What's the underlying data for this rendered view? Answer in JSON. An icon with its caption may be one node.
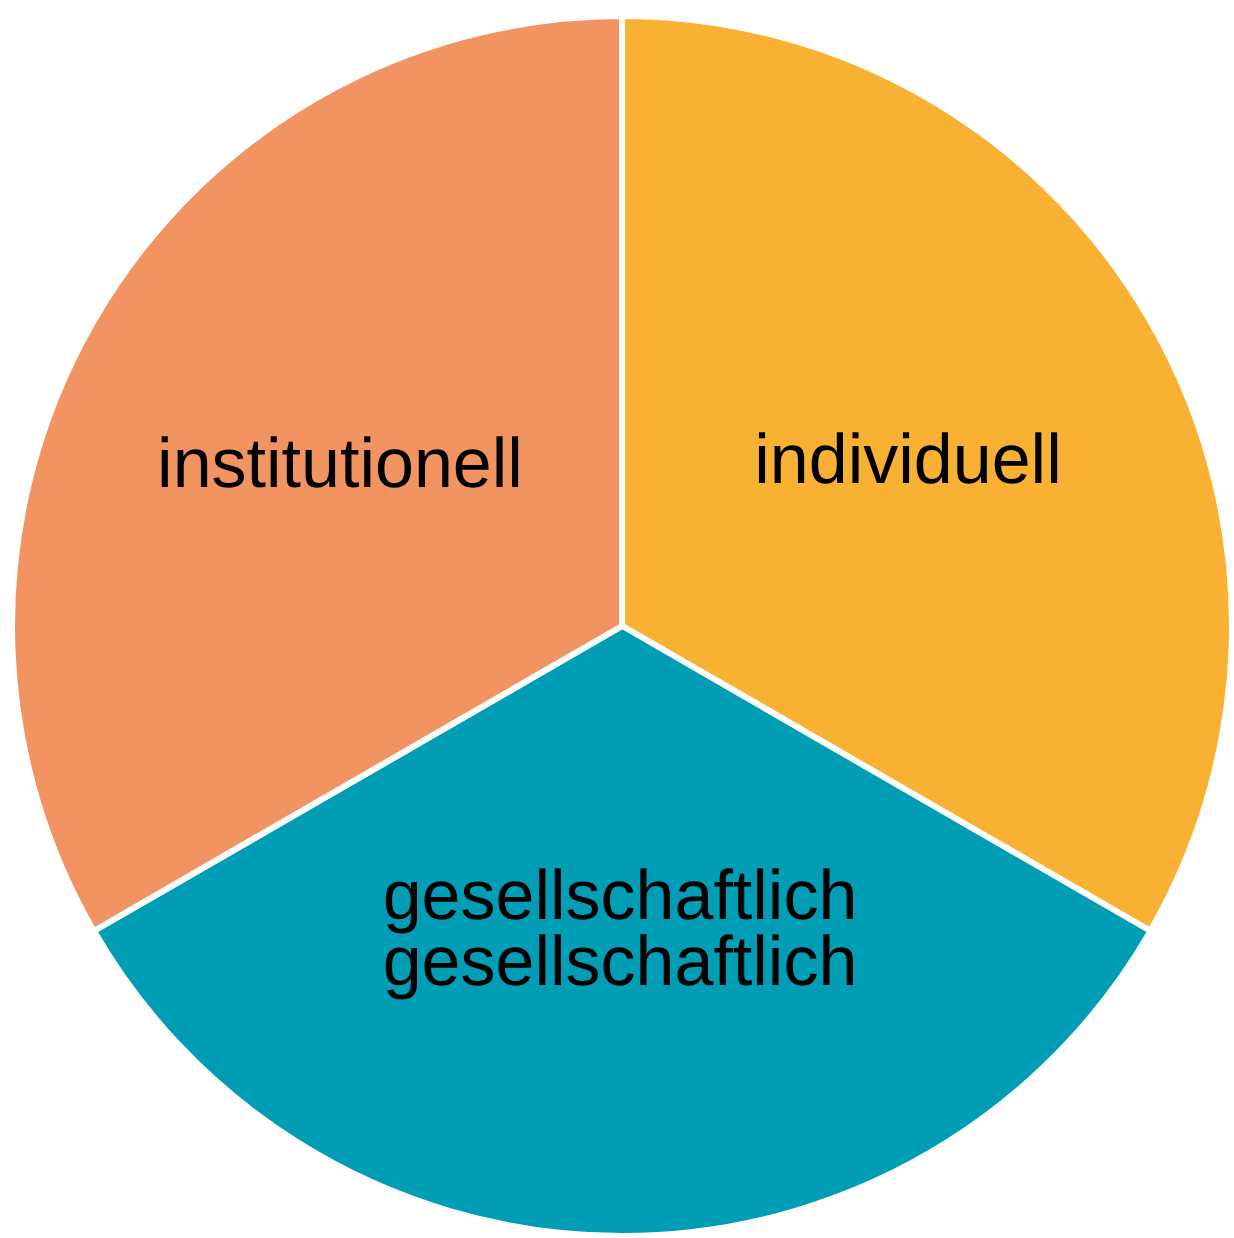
{
  "diagram": {
    "nodes": [
      {
        "text": [
          "individuell"
        ]
      },
      {
        "text": [
          "gesellschaftlich",
          "gesellschaftlich"
        ]
      },
      {
        "text": [
          "institutionell"
        ]
      }
    ]
  }
}
